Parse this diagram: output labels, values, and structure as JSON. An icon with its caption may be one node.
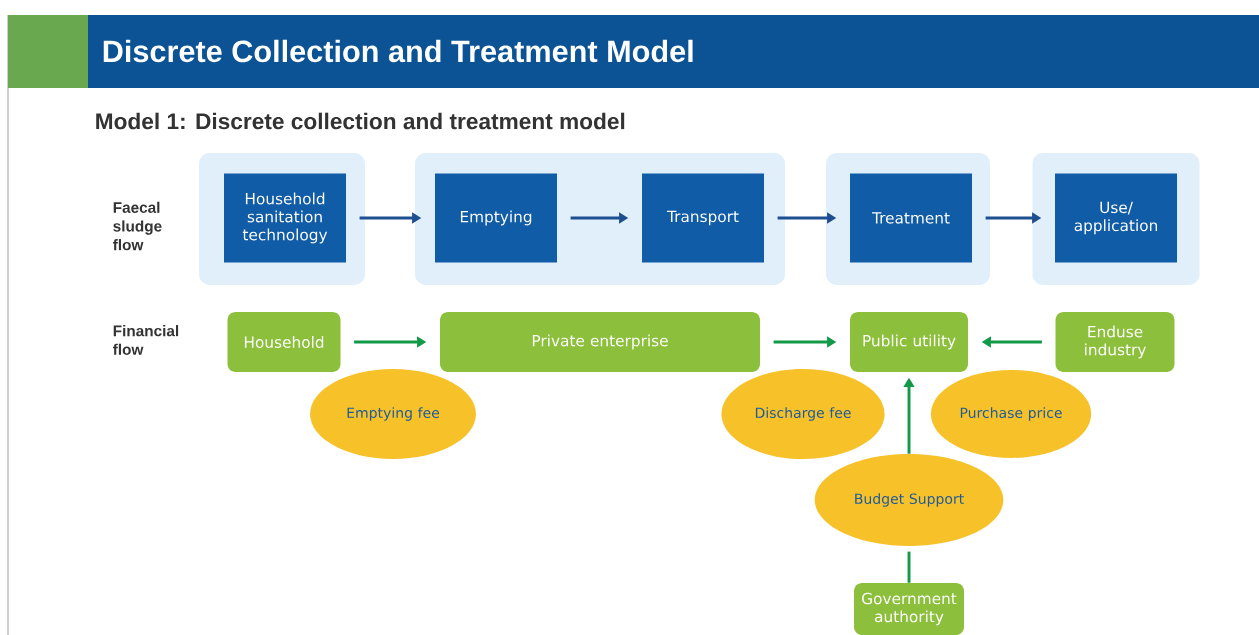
{
  "diagram": {
    "title": "Discrete Collection and Treatment Model",
    "nodes": [
      {
        "text": [],
        "shape": "box"
      },
      {
        "text": [
          "Household sanitation technology"
        ],
        "in": 0
      },
      {
        "text": [],
        "shape": "box"
      },
      {
        "text": [
          "Emptying"
        ],
        "in": 2
      },
      {
        "text": [
          "Transport"
        ],
        "in": 2
      },
      {
        "text": [],
        "shape": "box"
      },
      {
        "text": [
          "Treatment"
        ],
        "in": 5
      },
      {
        "text": [],
        "shape": "box"
      },
      {
        "text": [
          "Use/ application"
        ],
        "in": 7
      },
      {
        "text": [
          "Household"
        ]
      },
      {
        "text": [
          "Private enterprise"
        ]
      },
      {
        "text": [
          "Public utility"
        ]
      },
      {
        "text": [
          "Enduse industry"
        ]
      },
      {
        "text": [
          "Emptying fee"
        ]
      },
      {
        "text": [
          "Discharge fee"
        ]
      },
      {
        "text": [
          "Purchase price"
        ]
      },
      {
        "text": [
          "Budget Support"
        ]
      },
      {
        "text": [
          "Government authority"
        ]
      }
    ],
    "edges": [
      {
        "from": 1,
        "to": 3,
        "arrow": "to",
        "color": "#1d4f91"
      },
      {
        "from": 3,
        "to": 4,
        "arrow": "to",
        "color": "#1d4f91"
      },
      {
        "from": 4,
        "to": 6,
        "arrow": "to",
        "color": "#1d4f91"
      },
      {
        "from": 6,
        "to": 8,
        "arrow": "to",
        "color": "#1d4f91"
      },
      {
        "from": 9,
        "to": 10,
        "arrow": "to"
      },
      {
        "from": 10,
        "to": 11,
        "arrow": "to"
      },
      {
        "from": 12,
        "to": 11,
        "arrow": "to"
      },
      {
        "from": 16,
        "to": 11,
        "arrow": "to"
      },
      {
        "from": 17,
        "to": 16,
        "arrow": "none"
      }
    ],
    "labels": [
      "Model 1: Discrete collection and treatment model",
      "Faecal sludge flow",
      "Financial flow"
    ]
  }
}
